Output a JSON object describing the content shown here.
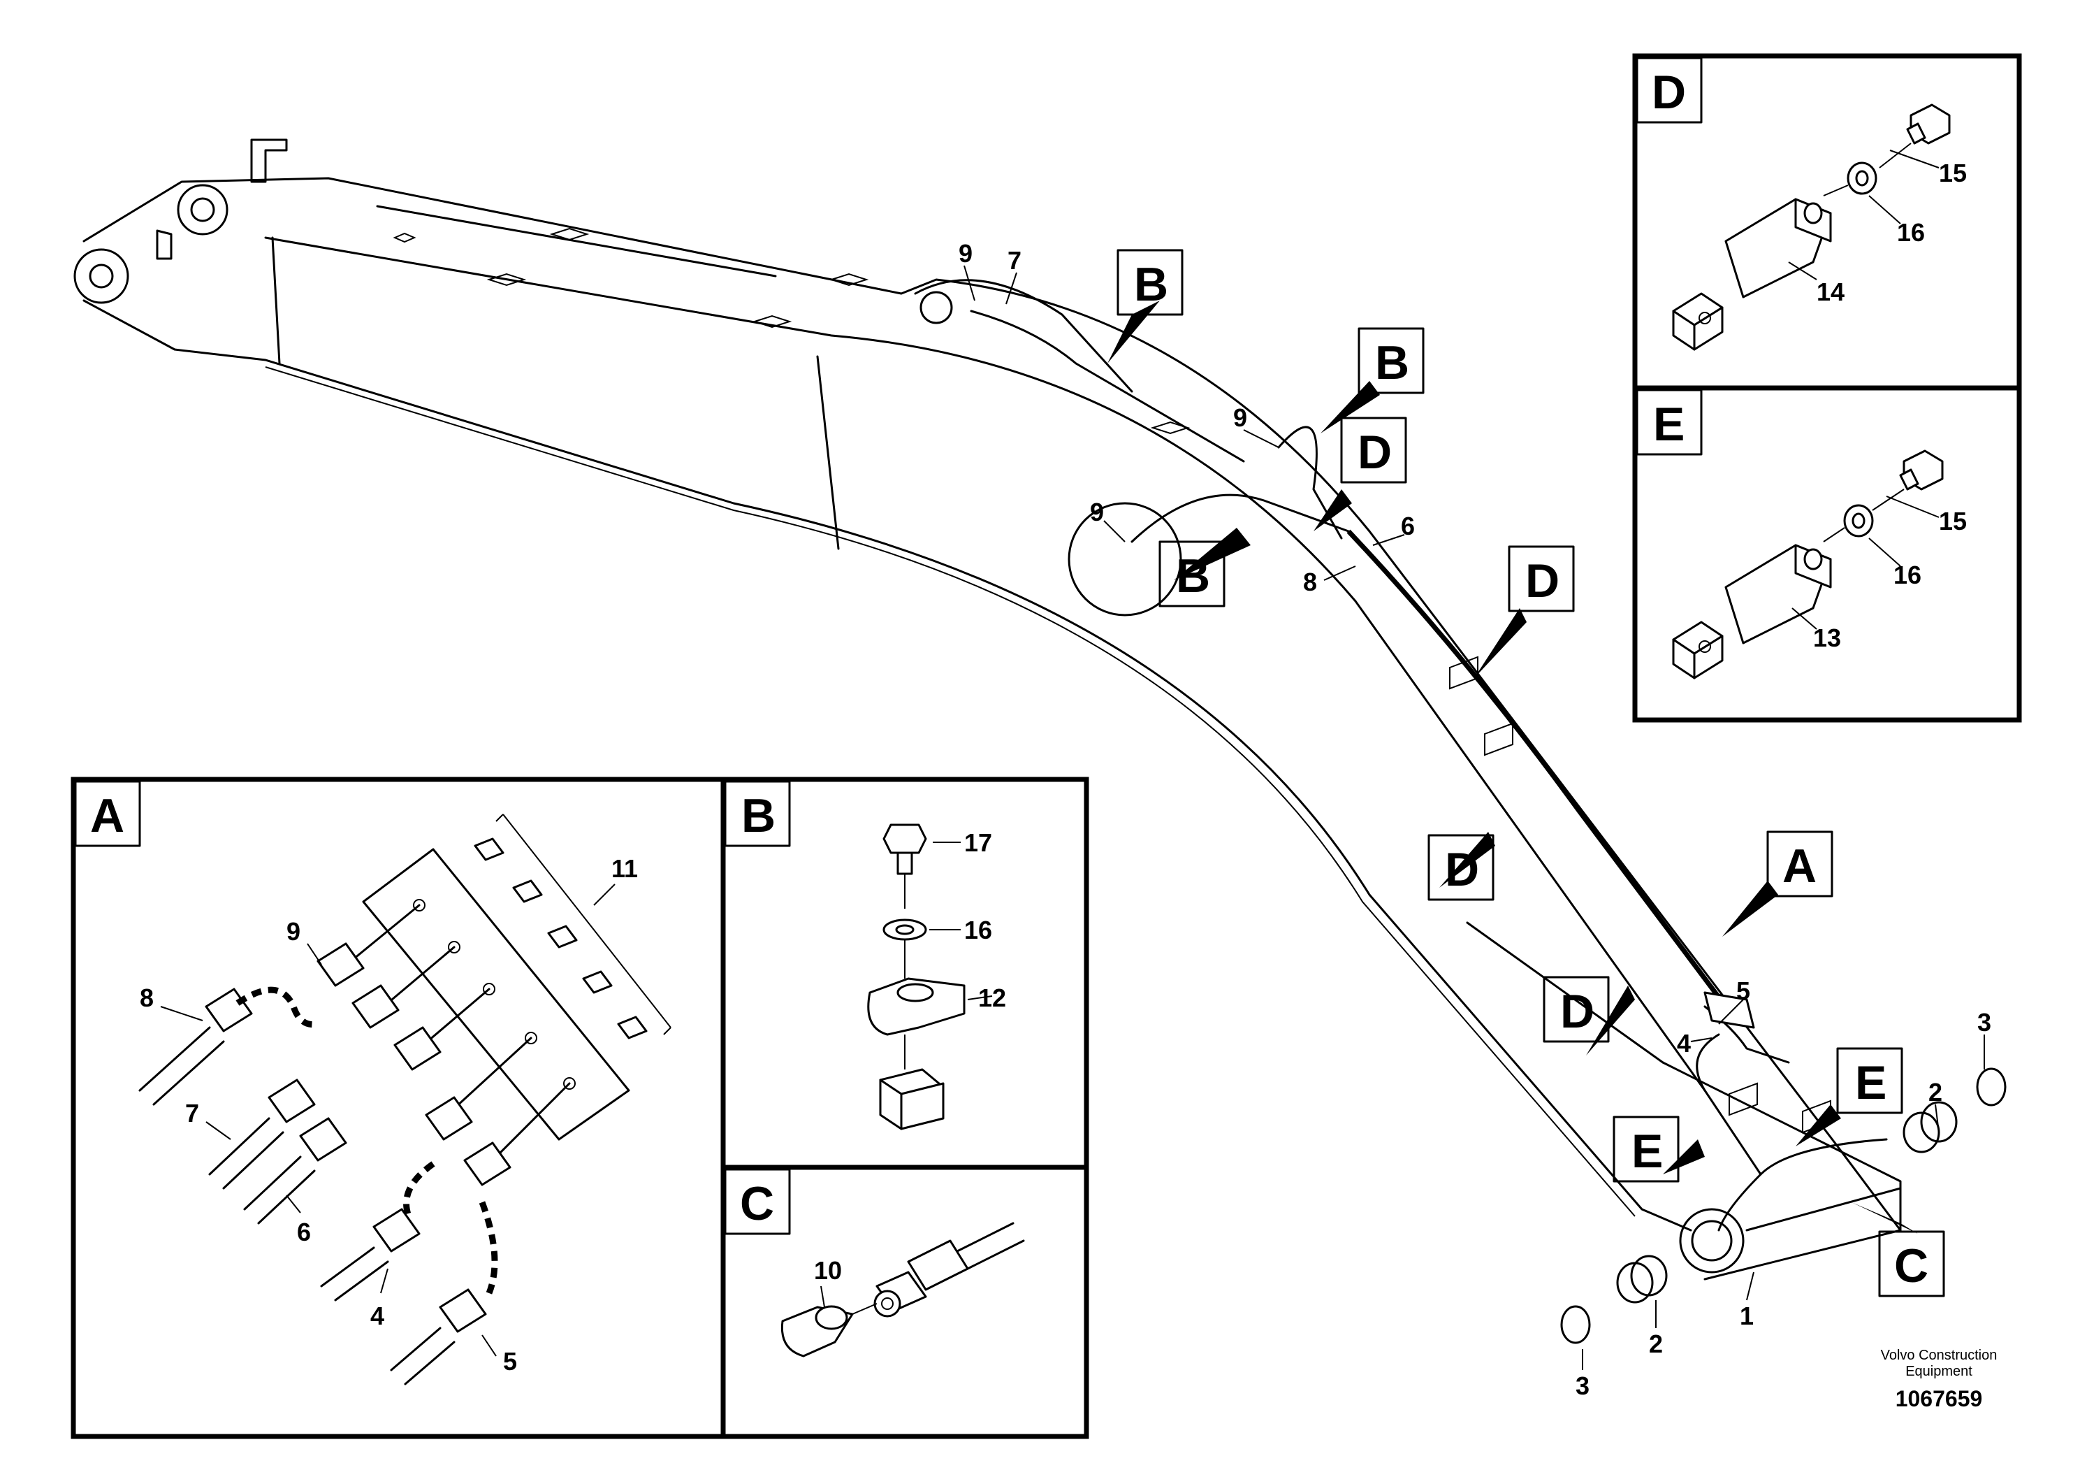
{
  "callouts": {
    "main": [
      "9",
      "7",
      "9",
      "9",
      "6",
      "8",
      "5",
      "4",
      "3",
      "2",
      "1",
      "2",
      "3"
    ],
    "detail_a": [
      "11",
      "9",
      "8",
      "7",
      "6",
      "4",
      "5"
    ],
    "detail_b": [
      "17",
      "16",
      "12"
    ],
    "detail_c": [
      "10"
    ],
    "detail_d": [
      "15",
      "16",
      "14"
    ],
    "detail_e": [
      "15",
      "16",
      "13"
    ]
  },
  "view_markers": {
    "main": [
      "B",
      "B",
      "B",
      "D",
      "D",
      "D",
      "D",
      "A",
      "E",
      "E",
      "C"
    ],
    "panels": [
      "A",
      "B",
      "C",
      "D",
      "E"
    ]
  },
  "credit": {
    "line1": "Volvo Construction",
    "line2": "Equipment",
    "drawing_number": "1067659"
  }
}
